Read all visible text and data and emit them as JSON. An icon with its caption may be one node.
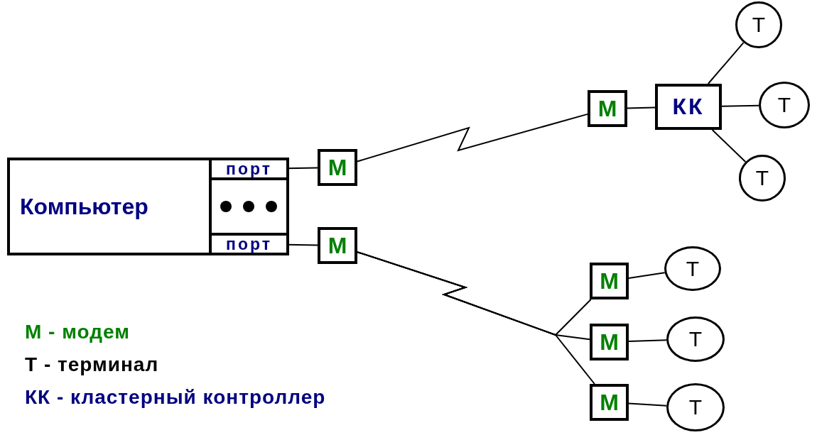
{
  "diagram": {
    "nodes": [
      {
        "text": [
          "Компьютер"
        ]
      },
      {
        "text": [
          "порт"
        ],
        "in": 0
      },
      {
        "text": [
          "порт"
        ],
        "in": 0
      },
      {
        "text": [
          "М"
        ]
      },
      {
        "text": [
          "М"
        ]
      },
      {
        "text": [
          "М"
        ]
      },
      {
        "text": [
          "КК"
        ]
      },
      {
        "text": [
          "Т"
        ]
      },
      {
        "text": [
          "Т"
        ]
      },
      {
        "text": [
          "Т"
        ]
      },
      {
        "text": [
          "М"
        ]
      },
      {
        "text": [
          "Т"
        ]
      },
      {
        "text": [
          "М"
        ]
      },
      {
        "text": [
          "Т"
        ]
      },
      {
        "text": [
          "М"
        ]
      },
      {
        "text": [
          "Т"
        ]
      }
    ],
    "edges": [
      {
        "from": 1,
        "to": 3,
        "arrow": "none"
      },
      {
        "from": 2,
        "to": 4,
        "arrow": "none"
      },
      {
        "from": 3,
        "to": 5,
        "arrow": "none"
      },
      {
        "from": 5,
        "to": 6,
        "arrow": "none"
      },
      {
        "from": 6,
        "to": 7,
        "arrow": "none"
      },
      {
        "from": 6,
        "to": 8,
        "arrow": "none"
      },
      {
        "from": 6,
        "to": 9,
        "arrow": "none"
      },
      {
        "from": 4,
        "to": 10,
        "arrow": "none"
      },
      {
        "from": 4,
        "to": 12,
        "arrow": "none"
      },
      {
        "from": 4,
        "to": 14,
        "arrow": "none"
      },
      {
        "from": 10,
        "to": 11,
        "arrow": "none"
      },
      {
        "from": 12,
        "to": 13,
        "arrow": "none"
      },
      {
        "from": 14,
        "to": 15,
        "arrow": "none"
      }
    ],
    "legend": [
      {
        "text": "М - модем",
        "color": "#008000"
      },
      {
        "text": "Т - терминал",
        "color": "#000000"
      },
      {
        "text": "КК - кластерный контроллер",
        "color": "#000080"
      }
    ]
  }
}
